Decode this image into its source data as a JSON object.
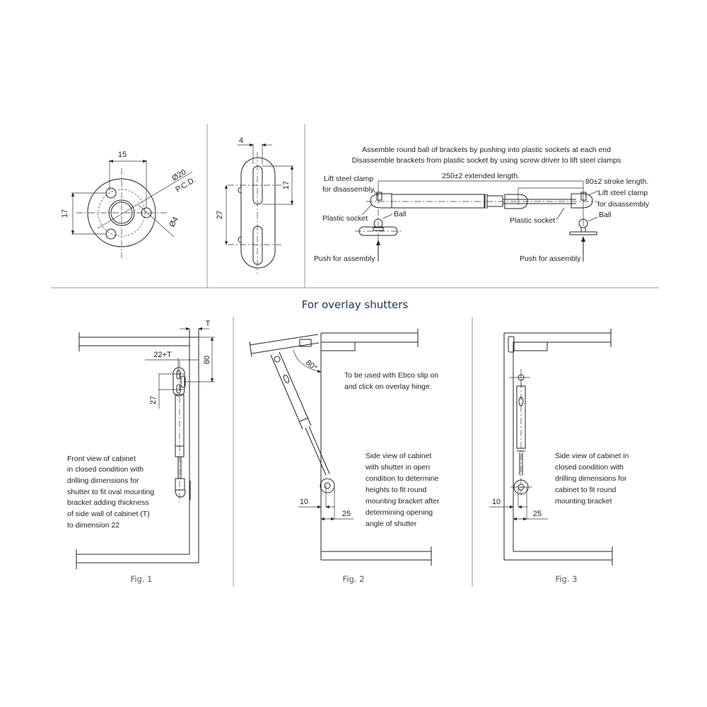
{
  "heading": "For overlay shutters",
  "colors": {
    "heading": "#1d3557",
    "line": "#222222",
    "separator": "#9a9a9a",
    "caption": "#555555"
  },
  "top_left": {
    "name": "round-mounting-bracket",
    "dims": {
      "width_15": "15",
      "height_17": "17",
      "pcd_dia": "Ø20",
      "pcd_label": "P.C.D.",
      "hole_dia": "Ø4"
    }
  },
  "top_middle": {
    "name": "oval-mounting-bracket",
    "dims": {
      "slot_4": "4",
      "slot_17": "17",
      "pitch_27": "27"
    }
  },
  "top_right": {
    "instructions": [
      "Assemble round ball of brackets by pushing into plastic sockets at each end",
      "Disassemble brackets from plastic socket by using screw driver to lift steel clamps"
    ],
    "extended_length": "250±2 extended length.",
    "stroke_length": "80±2 stroke length.",
    "left": {
      "clamp_label_1": "Lift steel clamp",
      "clamp_label_2": "for disassembly",
      "socket_label": "Plastic socket",
      "ball_label": "Ball",
      "push_label": "Push for assembly"
    },
    "right": {
      "clamp_label_1": "Lift steel clamp",
      "clamp_label_2": "for disassembly",
      "socket_label": "Plastic socket",
      "ball_label": "Ball",
      "push_label": "Push for assembly"
    }
  },
  "figures": [
    {
      "caption": "Fig. 1",
      "dims": {
        "t": "T",
        "d22t": "22+T",
        "d80": "80",
        "d27": "27"
      },
      "description": [
        "Front view of cabinet",
        "in closed condition with",
        "drilling dimensions for",
        "shutter to fit oval mounting",
        "bracket adding thickness",
        "of side wall of cabinet (T)",
        "to dimension 22"
      ]
    },
    {
      "caption": "Fig. 2",
      "dims": {
        "angle": "80°",
        "d10": "10",
        "d25": "25"
      },
      "note": [
        "To be used with Ebco slip on",
        "and click on overlay hinge."
      ],
      "description": [
        "Side view of cabinet",
        "with shutter in open",
        "condition to determine",
        "heights to fit round",
        "mounting bracket after",
        "determining opening",
        "angle of shutter"
      ]
    },
    {
      "caption": "Fig. 3",
      "dims": {
        "d10": "10",
        "d25": "25"
      },
      "description": [
        "Side view of cabinet in",
        "closed condition with",
        "drilling dimensions for",
        "cabinet to fit round",
        "mounting bracket"
      ]
    }
  ]
}
